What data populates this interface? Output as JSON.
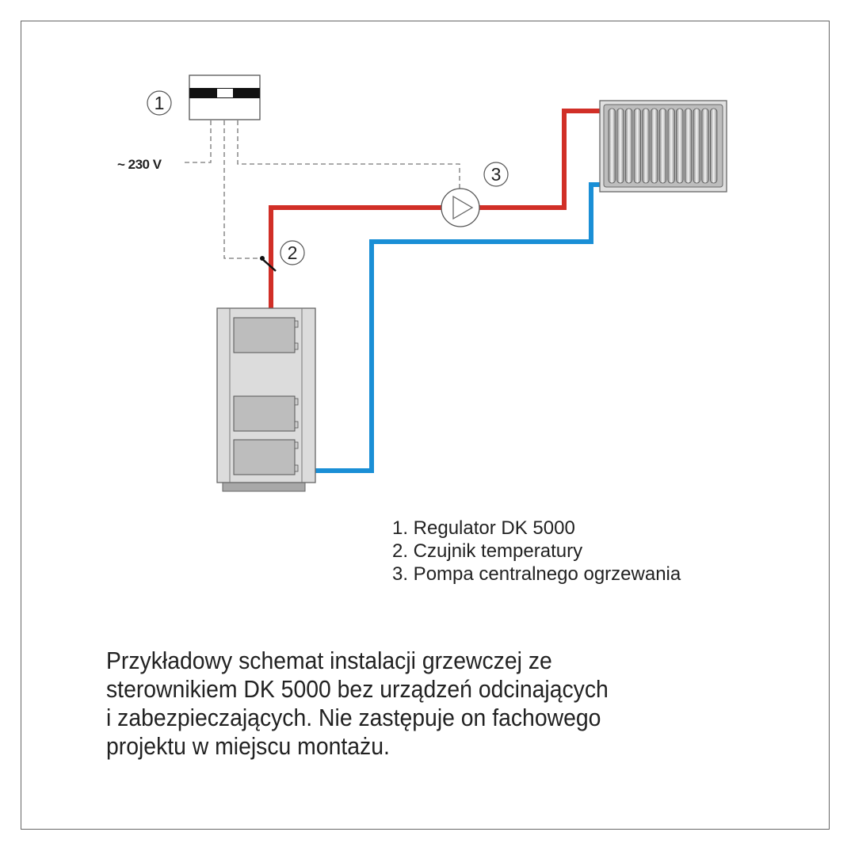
{
  "diagram": {
    "callouts": [
      {
        "number": "1",
        "target": "regulator"
      },
      {
        "number": "2",
        "target": "temperature-sensor"
      },
      {
        "number": "3",
        "target": "pump"
      }
    ],
    "voltage_label": "~ 230 V",
    "colors": {
      "supply_pipe": "#d12f27",
      "return_pipe": "#1a8fd6",
      "wire": "#777777",
      "boiler": "#d9d9d9"
    }
  },
  "legend": {
    "items": [
      "1. Regulator DK 5000",
      "2. Czujnik temperatury",
      "3. Pompa centralnego ogrzewania"
    ]
  },
  "caption": {
    "lines": [
      "Przykładowy schemat instalacji grzewczej ze",
      "sterownikiem DK 5000 bez urządzeń odcinających",
      "i zabezpieczających. Nie zastępuje on fachowego",
      "projektu w miejscu montażu."
    ]
  }
}
